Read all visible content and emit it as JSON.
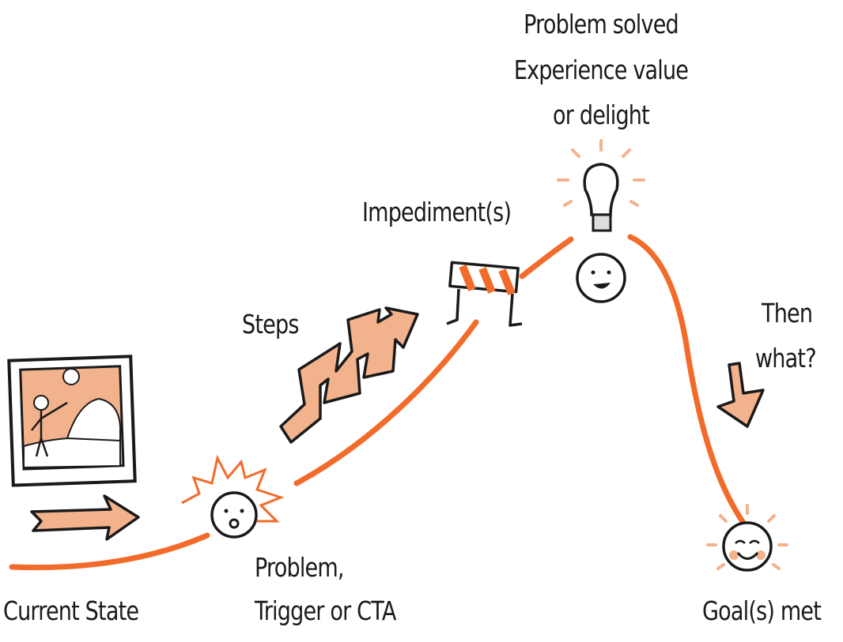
{
  "labels": {
    "current_state": "Current State",
    "problem": [
      "Problem,",
      "Trigger or CTA"
    ],
    "steps": "Steps",
    "impediments": "Impediment(s)",
    "solved": [
      "Problem solved",
      "Experience value",
      "or delight"
    ],
    "then_what": [
      "Then",
      "what?"
    ],
    "goal": "Goal(s) met"
  },
  "colors": {
    "line": "#f26b2b",
    "fill": "#f2b28c",
    "ink": "#1a1a1a"
  }
}
